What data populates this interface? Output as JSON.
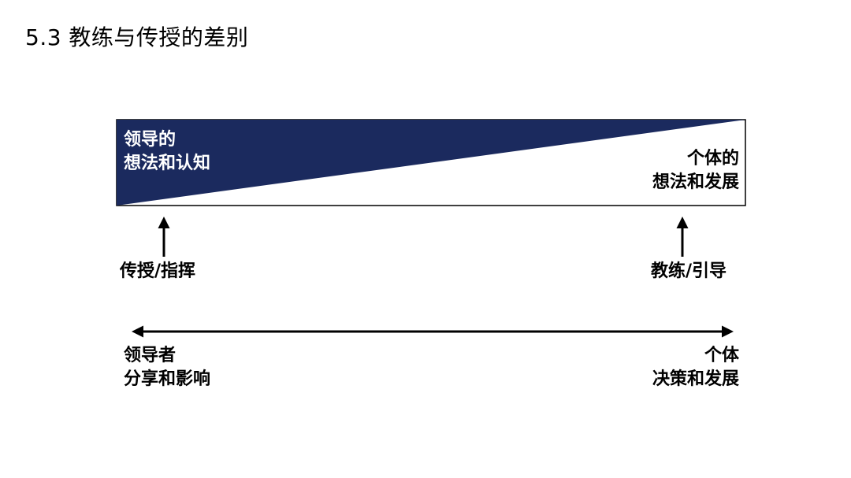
{
  "title": "5.3 教练与传授的差别",
  "colors": {
    "leader_band": "#1b2a5e",
    "line": "#000000",
    "background": "#ffffff"
  },
  "band": {
    "left_label": [
      "领导的",
      "想法和认知"
    ],
    "right_label": [
      "个体的",
      "想法和发展"
    ]
  },
  "modes": {
    "left": "传授/指挥",
    "right": "教练/引导"
  },
  "spectrum": {
    "left_label": [
      "领导者",
      "分享和影响"
    ],
    "right_label": [
      "个体",
      "决策和发展"
    ]
  }
}
